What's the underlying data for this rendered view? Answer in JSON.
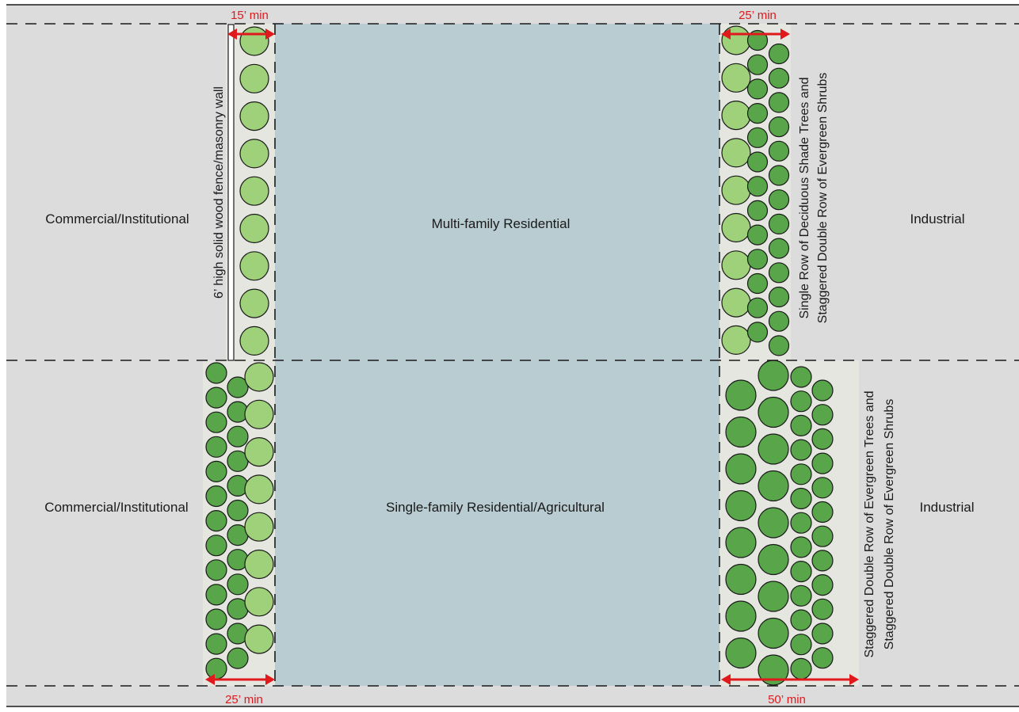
{
  "zones": {
    "top_left": "Commercial/Institutional",
    "top_center": "Multi-family Residential",
    "top_right": "Industrial",
    "bottom_left": "Commercial/Institutional",
    "bottom_center": "Single-family Residential/Agricultural",
    "bottom_right": "Industrial"
  },
  "notes": {
    "fence": "6’ high solid wood fence/masonry wall",
    "top_right_line1": "Single Row of Deciduous Shade Trees and",
    "top_right_line2": "Staggered Double Row of Evergreen Shrubs",
    "bottom_right_line1": "Staggered Double Row of Evergreen Trees and",
    "bottom_right_line2": "Staggered Double Row of Evergreen Shrubs"
  },
  "dimensions": {
    "top_left": "15’ min",
    "top_right": "25’ min",
    "bottom_left": "25’ min",
    "bottom_right": "50’ min"
  },
  "colors": {
    "background": "#dcdcdc",
    "residential": "#b8ccd2",
    "buffer_strip": "#e6e6e1",
    "deciduous_tree": "#9fd07a",
    "evergreen": "#58a649",
    "dimension": "#e0191d",
    "outline": "#1a1a1a"
  }
}
